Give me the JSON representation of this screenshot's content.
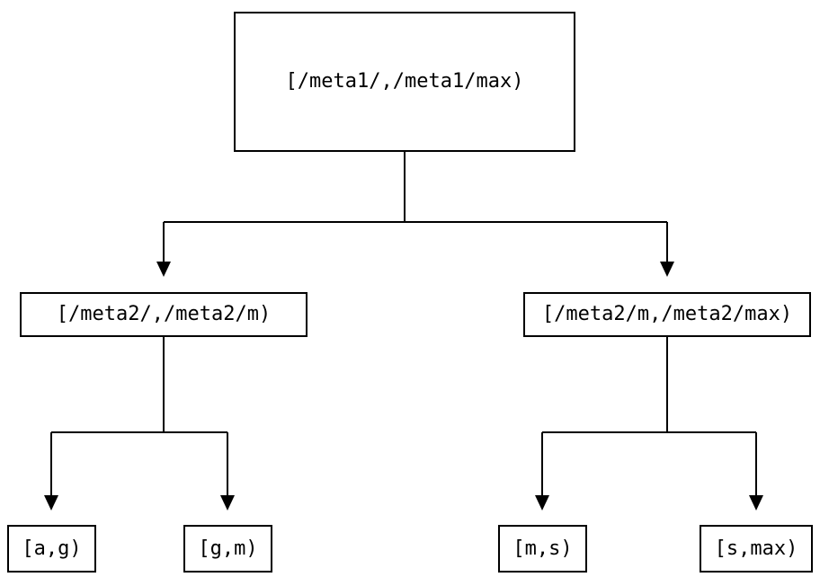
{
  "diagram": {
    "type": "tree",
    "background_color": "#ffffff",
    "line_color": "#000000",
    "nodes": {
      "root": {
        "label": "[/meta1/,/meta1/max)"
      },
      "l2_left": {
        "label": "[/meta2/,/meta2/m)"
      },
      "l2_right": {
        "label": "[/meta2/m,/meta2/max)"
      },
      "leaf_ag": {
        "label": "[a,g)"
      },
      "leaf_gm": {
        "label": "[g,m)"
      },
      "leaf_ms": {
        "label": "[m,s)"
      },
      "leaf_smax": {
        "label": "[s,max)"
      }
    },
    "edges": [
      {
        "from": "root",
        "to": "l2_left"
      },
      {
        "from": "root",
        "to": "l2_right"
      },
      {
        "from": "l2_left",
        "to": "leaf_ag"
      },
      {
        "from": "l2_left",
        "to": "leaf_gm"
      },
      {
        "from": "l2_right",
        "to": "leaf_ms"
      },
      {
        "from": "l2_right",
        "to": "leaf_smax"
      }
    ]
  }
}
